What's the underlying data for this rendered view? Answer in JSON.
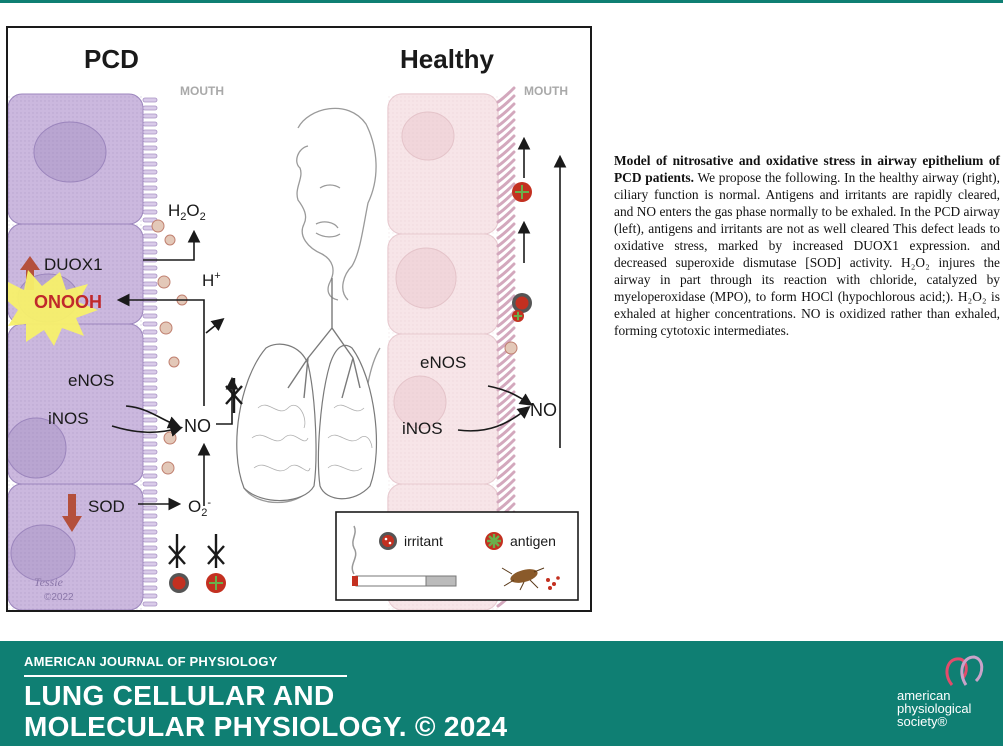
{
  "figure": {
    "panel_left_title": "PCD",
    "panel_right_title": "Healthy",
    "mouth_left": "MOUTH",
    "mouth_right": "MOUTH",
    "labels": {
      "h2o2": "H2O2",
      "duox1": "DUOX1",
      "h_plus": "H+",
      "onooh": "ONOOH",
      "enos_left": "eNOS",
      "inos_left": "iNOS",
      "no_left": "NO",
      "sod": "SOD",
      "o2_minus": "O2-",
      "enos_right": "eNOS",
      "inos_right": "iNOS",
      "no_right": "NO"
    },
    "legend": {
      "irritant": "irritant",
      "antigen": "antigen"
    },
    "signature": "Tessie",
    "signature_year": "©2022",
    "colors": {
      "cell_pcd": "#cbb8de",
      "cell_healthy": "#f5dde1",
      "cilia": "#a993c4",
      "onooh_text": "#c0292b",
      "arrow_up": "#b4503c",
      "antigen_red": "#c33020",
      "antigen_green": "#6ab04c"
    }
  },
  "caption": {
    "title": "Model of nitrosative and oxidative stress in airway epithelium of PCD patients.",
    "body": "We propose the following. In the healthy airway (right), ciliary function is normal. Antigens and irritants are rapidly cleared, and NO enters the gas phase normally to be exhaled. In the PCD airway (left), antigens and irritants are not as well cleared This defect leads to oxidative stress, marked by increased DUOX1 expression. and decreased superoxide dismutase [SOD] activity. H₂O₂ injures the airway in part through its reaction with chloride, catalyzed by myeloperoxidase (MPO), to form HOCl (hypochlorous acid;). H₂O₂ is exhaled at higher concentrations. NO is oxidized rather than exhaled, forming cytotoxic intermediates."
  },
  "banner": {
    "kicker": "AMERICAN JOURNAL OF PHYSIOLOGY",
    "journal_line1": "LUNG CELLULAR AND",
    "journal_line2": "MOLECULAR PHYSIOLOGY.",
    "copyright": "© 2024",
    "society_line1": "american",
    "society_line2": "physiological",
    "society_line3": "society®",
    "color": "#0f7f73"
  }
}
